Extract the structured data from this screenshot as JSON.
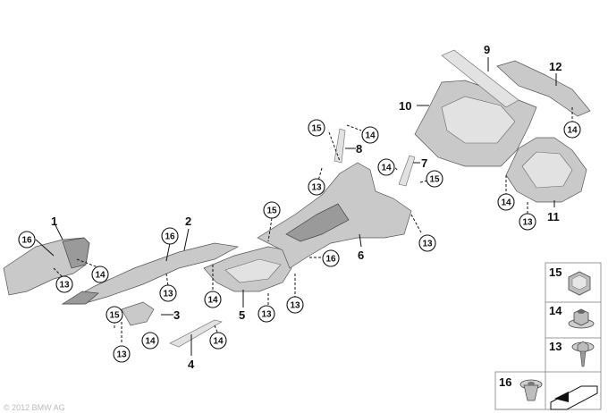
{
  "labels": {
    "p1": "1",
    "p2": "2",
    "p3": "3",
    "p4": "4",
    "p5": "5",
    "p6": "6",
    "p7": "7",
    "p8": "8",
    "p9": "9",
    "p10": "10",
    "p11": "11",
    "p12": "12"
  },
  "callouts": {
    "c16a": "16",
    "c14a": "14",
    "c13a": "13",
    "c16b": "16",
    "c13b": "13",
    "c15a": "15",
    "c14b": "14",
    "c13c": "13",
    "c14c": "14",
    "c14d": "14",
    "c13d": "13",
    "c15b": "15",
    "c16c": "16",
    "c13e": "13",
    "c15c": "15",
    "c14e": "14",
    "c13f": "13",
    "c14f": "14",
    "c15d": "15",
    "c13g": "13",
    "c14g": "14",
    "c13h": "13",
    "c14h": "14"
  },
  "legend": [
    "15",
    "14",
    "13",
    "16"
  ],
  "watermark": "© 2012 BMW AG"
}
